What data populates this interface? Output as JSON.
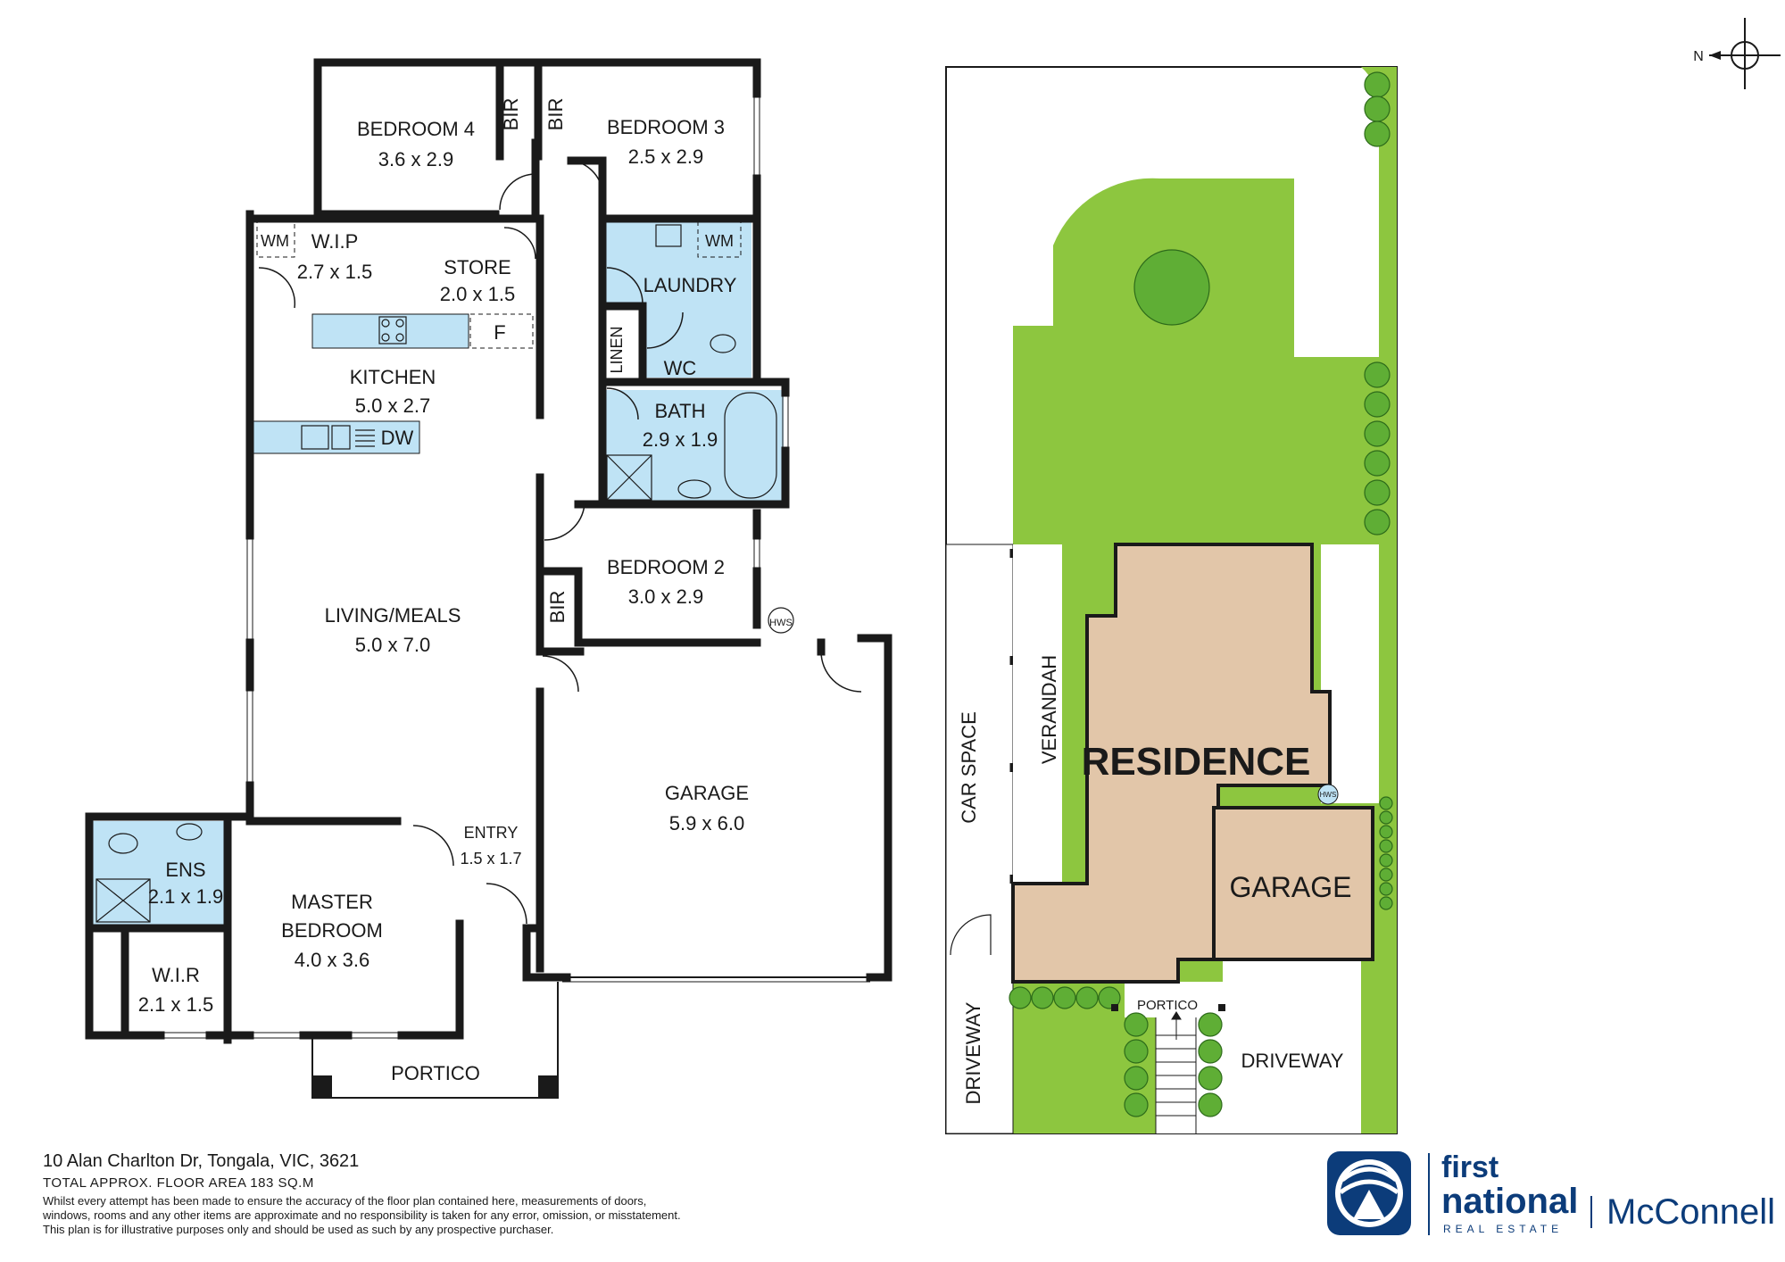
{
  "floor_plan": {
    "rooms": {
      "bedroom4": {
        "name": "BEDROOM 4",
        "size": "3.6 x 2.9"
      },
      "bedroom3": {
        "name": "BEDROOM 3",
        "size": "2.5 x 2.9"
      },
      "bedroom2": {
        "name": "BEDROOM 2",
        "size": "3.0 x 2.9"
      },
      "wip": {
        "name": "W.I.P",
        "size": "2.7 x 1.5"
      },
      "store": {
        "name": "STORE",
        "size": "2.0 x 1.5"
      },
      "laundry": {
        "name": "LAUNDRY"
      },
      "linen": {
        "name": "LINEN"
      },
      "wc": {
        "name": "WC"
      },
      "bath": {
        "name": "BATH",
        "size": "2.9 x 1.9"
      },
      "kitchen": {
        "name": "KITCHEN",
        "size": "5.0 x 2.7"
      },
      "living": {
        "name": "LIVING/MEALS",
        "size": "5.0 x 7.0"
      },
      "garage": {
        "name": "GARAGE",
        "size": "5.9 x 6.0"
      },
      "entry": {
        "name": "ENTRY",
        "size": "1.5 x 1.7"
      },
      "ens": {
        "name": "ENS",
        "size": "2.1 x 1.9"
      },
      "master": {
        "name": "MASTER",
        "name2": "BEDROOM",
        "size": "4.0 x 3.6"
      },
      "wir": {
        "name": "W.I.R",
        "size": "2.1 x 1.5"
      },
      "portico": {
        "name": "PORTICO"
      }
    },
    "fixtures": {
      "bir": "BIR",
      "wm": "WM",
      "fridge": "F",
      "dishwasher": "DW",
      "hws": "HWS"
    }
  },
  "site_plan": {
    "residence": "RESIDENCE",
    "garage": "GARAGE",
    "verandah": "VERANDAH",
    "car_space": "CAR SPACE",
    "driveway_left": "DRIVEWAY",
    "driveway_right": "DRIVEWAY",
    "portico": "PORTICO",
    "hws": "HWS"
  },
  "compass": {
    "label": "N"
  },
  "footer": {
    "address": "10 Alan Charlton Dr, Tongala, VIC, 3621",
    "total_area": "TOTAL APPROX. FLOOR AREA 183 SQ.M",
    "disclaimer_1": "Whilst every attempt has been made to ensure the accuracy of the floor plan contained here, measurements of doors,",
    "disclaimer_2": "windows, rooms and any other items are approximate and no responsibility is taken for any error, omission, or misstatement.",
    "disclaimer_3": "This plan is for illustrative purposes only and should be used as such by any prospective purchaser."
  },
  "brand": {
    "line1": "first",
    "line2": "national",
    "line3": "REAL ESTATE",
    "office": "McConnell"
  },
  "colors": {
    "wall": "#1a1a1a",
    "wet_area": "#bfe3f5",
    "lawn": "#8dc63f",
    "residence": "#e2c6a9",
    "brand": "#0c3c7a"
  }
}
